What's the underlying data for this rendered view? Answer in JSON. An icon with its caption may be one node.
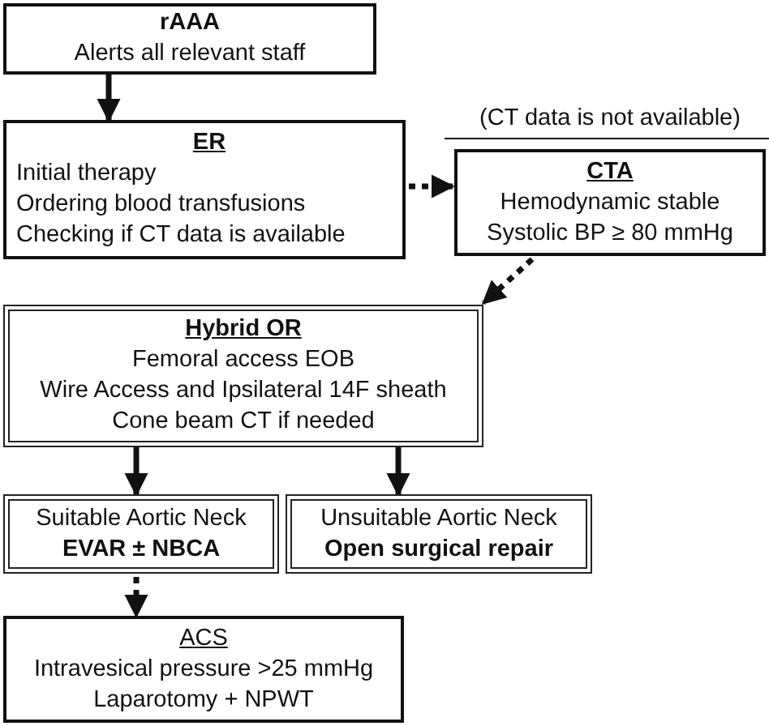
{
  "diagram": {
    "nodes": [
      {
        "text": [
          "rAAA",
          "Alerts all relevant staff"
        ]
      },
      {
        "text": [
          "ER",
          "Initial therapy",
          "Ordering blood transfusions",
          "Checking if CT data is available"
        ]
      },
      {
        "text": [
          "(CT data is not available)",
          "CTA",
          "Hemodynamic stable",
          "Systolic BP ≥ 80 mmHg"
        ]
      },
      {
        "text": [
          "Hybrid OR",
          "Femoral access EOB",
          "Wire Access and Ipsilateral 14F sheath",
          "Cone beam CT if needed"
        ]
      },
      {
        "text": [
          "Suitable Aortic Neck",
          "EVAR ± NBCA"
        ]
      },
      {
        "text": [
          "Unsuitable Aortic Neck",
          "Open surgical repair"
        ]
      },
      {
        "text": [
          "ACS",
          "Intravesical pressure >25 mmHg",
          "Laparotomy + NPWT"
        ]
      }
    ],
    "edges": [
      {
        "from": 0,
        "to": 1,
        "arrow": "to"
      },
      {
        "from": 1,
        "to": 2,
        "arrow": "to",
        "style": "dashed"
      },
      {
        "from": 2,
        "to": 3,
        "arrow": "to",
        "style": "dashed"
      },
      {
        "from": 3,
        "to": 4,
        "arrow": "to"
      },
      {
        "from": 3,
        "to": 5,
        "arrow": "to"
      },
      {
        "from": 4,
        "to": 6,
        "arrow": "to",
        "style": "dashed"
      }
    ]
  }
}
